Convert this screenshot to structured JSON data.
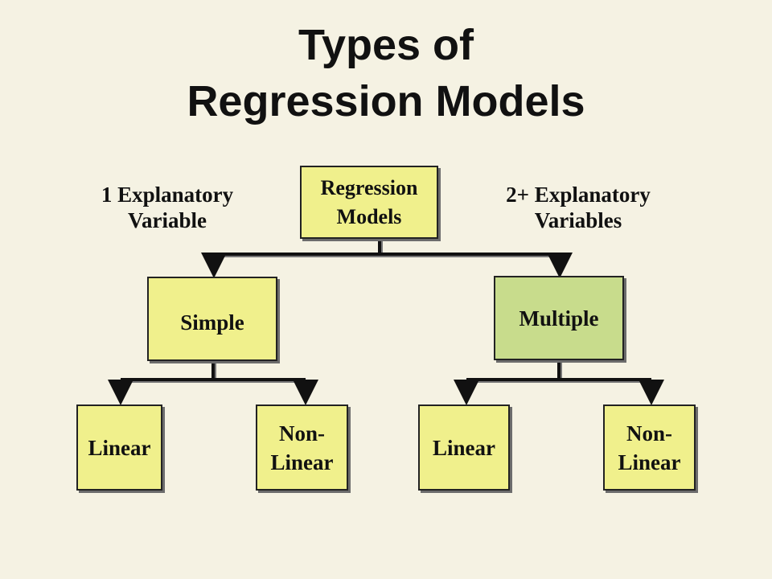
{
  "title": {
    "line1": "Types of",
    "line2": "Regression Models"
  },
  "annotations": {
    "left": {
      "line1": "1 Explanatory",
      "line2": "Variable"
    },
    "right": {
      "line1": "2+ Explanatory",
      "line2": "Variables"
    }
  },
  "nodes": {
    "root": {
      "line1": "Regression",
      "line2": "Models"
    },
    "simple": {
      "label": "Simple"
    },
    "multiple": {
      "label": "Multiple"
    },
    "simple_linear": {
      "label": "Linear"
    },
    "simple_nonlinear": {
      "line1": "Non-",
      "line2": "Linear"
    },
    "multiple_linear": {
      "label": "Linear"
    },
    "multiple_nonlinear": {
      "line1": "Non-",
      "line2": "Linear"
    }
  },
  "colors": {
    "background": "#f5f2e3",
    "box_fill": "#f0f08c",
    "box_fill_multiple": "#c8dc8c",
    "border": "#222222"
  }
}
